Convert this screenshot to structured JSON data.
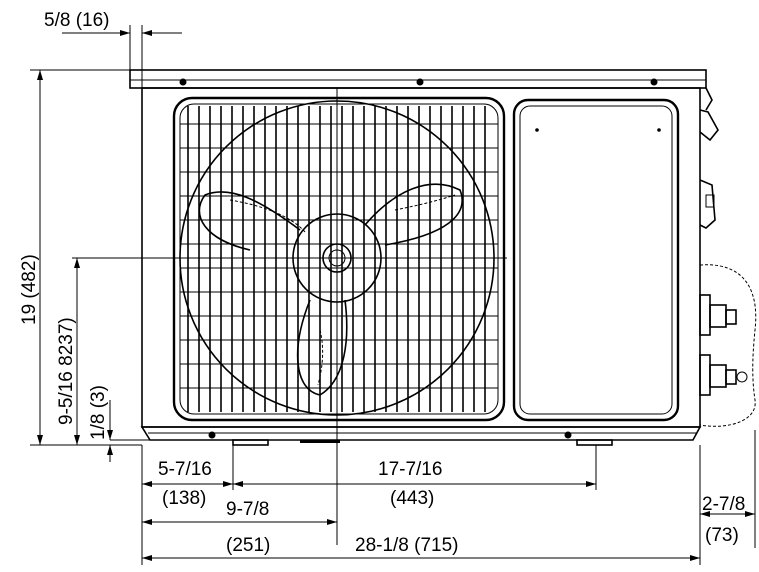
{
  "dimensions": {
    "top_offset": "5/8 (16)",
    "height_total": "19 (482)",
    "height_center": "9-5/16 8237)",
    "foot_height": "1/8 (3)",
    "left_foot_in": "5-7/16",
    "left_foot_mm": "(138)",
    "foot_span_in": "17-7/16",
    "foot_span_mm": "(443)",
    "fan_center_in": "9-7/8",
    "fan_center_mm": "(251)",
    "width_total": "28-1/8 (715)",
    "valve_depth_in": "2-7/8",
    "valve_depth_mm": "(73)"
  },
  "icons": {
    "fan": "fan-icon",
    "grille": "fan-grille-icon",
    "valves": "service-valve-icon"
  }
}
